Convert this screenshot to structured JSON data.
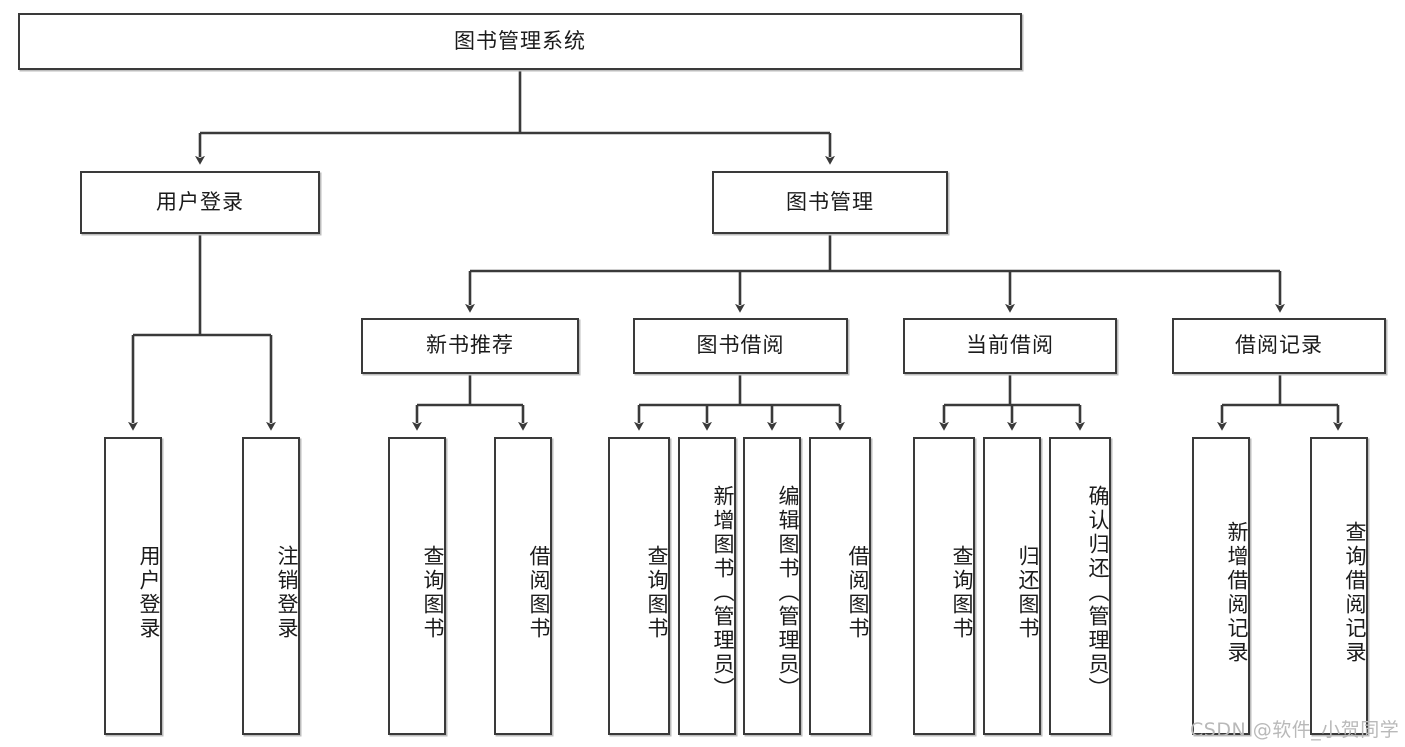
{
  "diagram": {
    "type": "tree",
    "orientation": "top-down",
    "root": {
      "label": "图书管理系统"
    },
    "level1": [
      {
        "label": "用户登录"
      },
      {
        "label": "图书管理"
      }
    ],
    "level2": [
      {
        "label": "新书推荐"
      },
      {
        "label": "图书借阅"
      },
      {
        "label": "当前借阅"
      },
      {
        "label": "借阅记录"
      }
    ],
    "leaves": {
      "user_login": [
        {
          "label": "用户登录"
        },
        {
          "label": "注销登录"
        }
      ],
      "new_book_recommend": [
        {
          "label": "查询图书"
        },
        {
          "label": "借阅图书"
        }
      ],
      "book_borrow": [
        {
          "label": "查询图书"
        },
        {
          "label": "新增图书（管理员）"
        },
        {
          "label": "编辑图书（管理员）"
        },
        {
          "label": "借阅图书"
        }
      ],
      "current_borrow": [
        {
          "label": "查询图书"
        },
        {
          "label": "归还图书"
        },
        {
          "label": "确认归还（管理员）"
        }
      ],
      "borrow_record": [
        {
          "label": "新增借阅记录"
        },
        {
          "label": "查询借阅记录"
        }
      ]
    }
  },
  "watermark": {
    "text": "CSDN @软件_小贺同学"
  },
  "colors": {
    "box_border": "#3a3a3a",
    "box_fill": "#ffffff",
    "line": "#3a3a3a",
    "text": "#1b1b1b",
    "watermark": "#b9b9b9",
    "shadow": "#bdbdbd"
  }
}
